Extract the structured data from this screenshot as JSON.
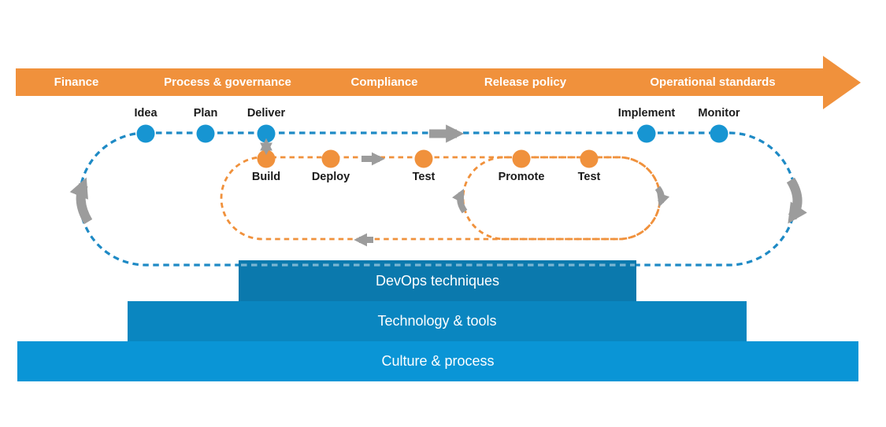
{
  "banner": {
    "color": "#f0913c",
    "labels": [
      "Finance",
      "Process & governance",
      "Compliance",
      "Release policy",
      "Operational standards"
    ]
  },
  "blue_loop": {
    "line_color": "#1e8ac5",
    "node_color": "#1795d2",
    "stages": [
      "Idea",
      "Plan",
      "Deliver",
      "Implement",
      "Monitor"
    ]
  },
  "orange_loop": {
    "line_color": "#f0913c",
    "node_color": "#f0913c",
    "stages": [
      "Build",
      "Deploy",
      "Test"
    ]
  },
  "promote_loop": {
    "stages": [
      "Promote",
      "Test"
    ]
  },
  "flow_arrows": {
    "color": "#9c9c9c",
    "names": [
      "arrow-right-icon",
      "arrow-right-small-icon",
      "arrow-up-down-icon",
      "arrow-left-icon",
      "arrow-up-curve-small-icon",
      "arrow-down-curve-small-icon",
      "arrow-up-curve-large-icon",
      "arrow-down-curve-large-icon"
    ]
  },
  "foundation": {
    "layers": [
      {
        "label": "DevOps techniques",
        "color": "#0b79ad"
      },
      {
        "label": "Technology & tools",
        "color": "#0a86c0"
      },
      {
        "label": "Culture & process",
        "color": "#0a95d6"
      }
    ]
  }
}
